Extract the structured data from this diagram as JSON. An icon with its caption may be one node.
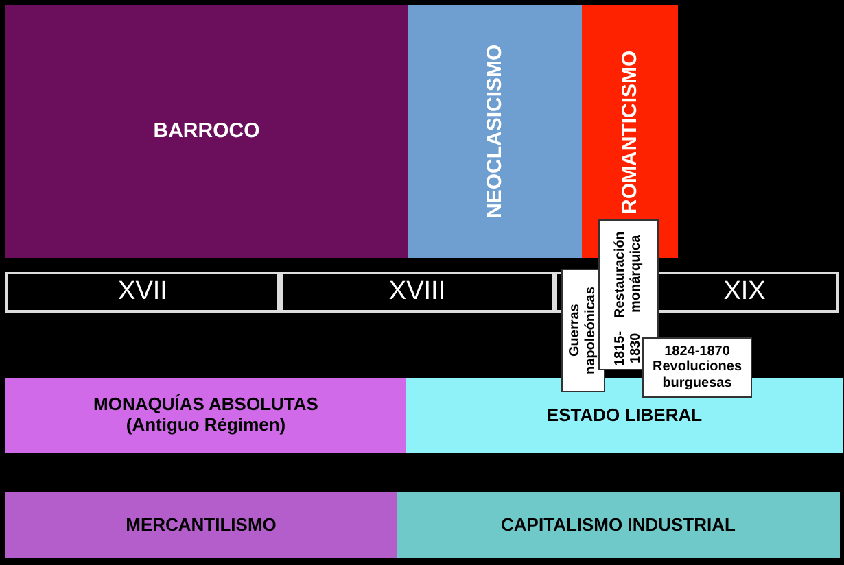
{
  "diagram": {
    "nodes": [
      {
        "text": [
          "BARROCO"
        ]
      },
      {
        "text": [
          "NEOCLASICISMO"
        ]
      },
      {
        "text": [
          "ROMANTICISMO"
        ]
      },
      {
        "text": [
          "XVII"
        ]
      },
      {
        "text": [
          "XVIII"
        ]
      },
      {
        "text": [
          "XIX"
        ]
      },
      {
        "text": [
          "Guerras napoleónicas"
        ]
      },
      {
        "text": [
          "1815-1830",
          "Restauración monárquica"
        ]
      },
      {
        "text": [
          "1824-1870",
          "Revoluciones burguesas"
        ]
      },
      {
        "text": [
          "MONAQUÍAS ABSOLUTAS",
          "(Antiguo Régimen)"
        ]
      },
      {
        "text": [
          "ESTADO LIBERAL"
        ]
      },
      {
        "text": [
          "MERCANTILISMO"
        ]
      },
      {
        "text": [
          "CAPITALISMO INDUSTRIAL"
        ]
      }
    ]
  }
}
